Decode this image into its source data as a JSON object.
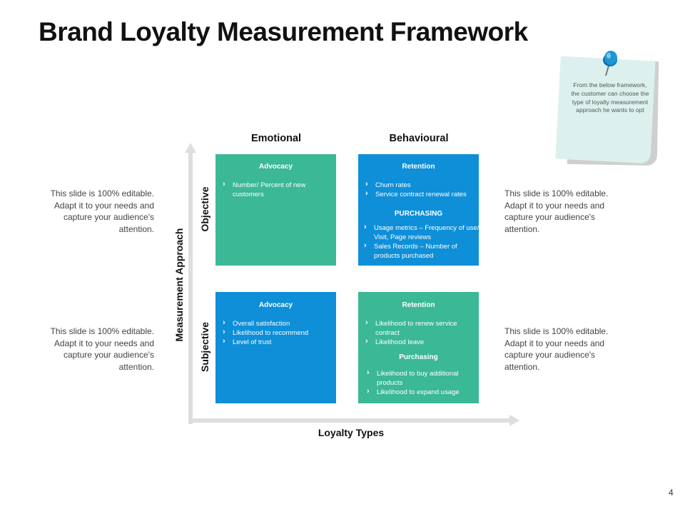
{
  "title": "Brand Loyalty Measurement Framework",
  "note": "From the below framework, the customer can choose the type of loyalty measurement approach he wants to opt",
  "columns": {
    "emotional": "Emotional",
    "behavioural": "Behavioural"
  },
  "axes": {
    "vertical": "Measurement Approach",
    "horizontal": "Loyalty Types"
  },
  "rows": {
    "objective": "Objective",
    "subjective": "Subjective"
  },
  "boxes": {
    "obj_emotional": {
      "title": "Advocacy",
      "bullets": [
        "Number/ Percent of new customers"
      ],
      "color": "#3bb896"
    },
    "obj_behavioural": {
      "title": "Retention",
      "bullets": [
        "Churn rates",
        "Service contract renewal rates"
      ],
      "subtitle": "PURCHASING",
      "bullets2": [
        "Usage metrics – Frequency of use/ Visit, Page reviews",
        "Sales Records – Number of products purchased"
      ],
      "color": "#0e8fd8"
    },
    "subj_emotional": {
      "title": "Advocacy",
      "bullets": [
        "Overall satisfaction",
        "Likelihood to recommend",
        "Level of trust"
      ],
      "color": "#0e8fd8"
    },
    "subj_behavioural": {
      "title": "Retention",
      "bullets": [
        "Likelihood to renew service contract",
        "Likelihood leave"
      ],
      "subtitle": "Purchasing",
      "bullets2": [
        "Likelihood to buy additional products",
        "Likelihood to expand usage"
      ],
      "color": "#3bb896"
    }
  },
  "side_text": {
    "left_top": "This slide is 100% editable. Adapt it to your needs and capture your audience's attention.",
    "left_bottom": "This slide is 100% editable. Adapt it to your needs and capture your audience's attention.",
    "right_top": "This slide is 100% editable. Adapt it to your needs and capture your audience's attention.",
    "right_bottom": "This slide is 100% editable. Adapt it to your needs and capture your audience's attention."
  },
  "page_number": "4",
  "icons": {
    "pin": "pushpin-icon",
    "bullet": "chevron-right-icon"
  }
}
